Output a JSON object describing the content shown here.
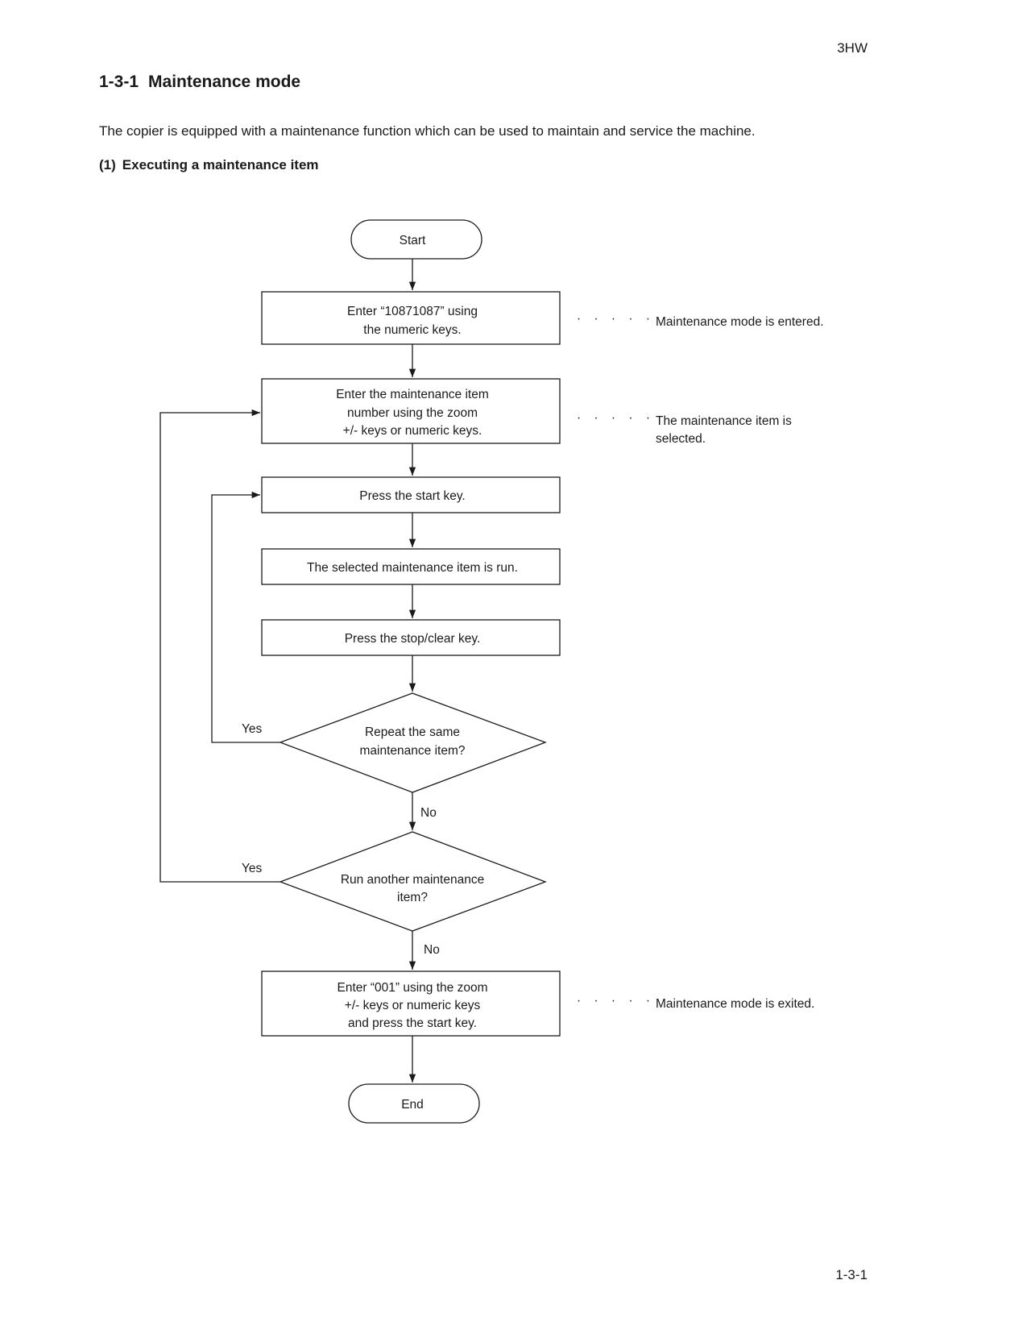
{
  "header": {
    "doc_code": "3HW"
  },
  "section": {
    "number": "1-3-1",
    "title": "Maintenance mode"
  },
  "intro": "The copier is equipped with a maintenance function which can be used to maintain and service the machine.",
  "subsection": {
    "number": "(1)",
    "title": "Executing a maintenance item"
  },
  "flow": {
    "start": "Start",
    "step1": [
      "Enter “10871087” using",
      "the numeric keys."
    ],
    "step2": [
      "Enter the maintenance item",
      "number using the zoom",
      "+/- keys or numeric keys."
    ],
    "step3": "Press the start key.",
    "step4": "The selected maintenance item is run.",
    "step5": "Press the stop/clear key.",
    "decision1": [
      "Repeat the same",
      "maintenance item?"
    ],
    "decision2": [
      "Run another maintenance",
      "item?"
    ],
    "step6": [
      "Enter “001” using the zoom",
      "+/- keys or numeric keys",
      "and press the start key."
    ],
    "end": "End",
    "yes": "Yes",
    "no": "No",
    "leader": "· · · · ·",
    "notes": {
      "entered": "Maintenance mode is entered.",
      "selected": [
        "The maintenance item is",
        "selected."
      ],
      "exited": "Maintenance mode is exited."
    }
  },
  "footer": {
    "page_number": "1-3-1"
  }
}
